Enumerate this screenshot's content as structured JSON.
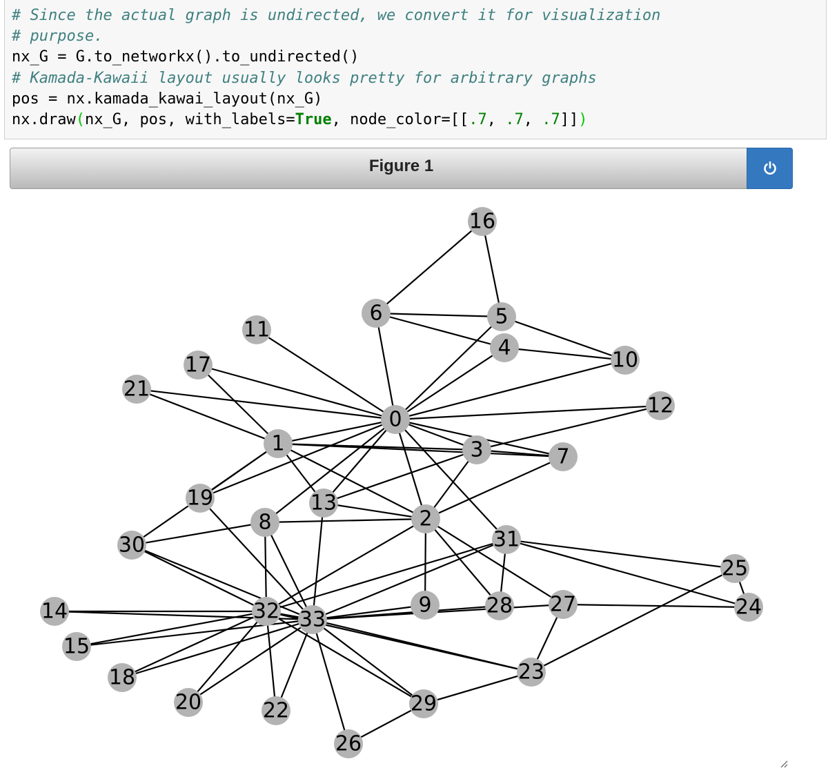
{
  "code": {
    "lines": [
      [
        {
          "t": "# Since the actual graph is undirected, we convert it for visualization",
          "c": "cm"
        }
      ],
      [
        {
          "t": "# purpose.",
          "c": "cm"
        }
      ],
      [
        {
          "t": "nx_G = G.to_networkx().to_undirected()",
          "c": ""
        }
      ],
      [
        {
          "t": "# Kamada-Kawaii layout usually looks pretty for arbitrary graphs",
          "c": "cm"
        }
      ],
      [
        {
          "t": "pos = nx.kamada_kawai_layout(nx_G)",
          "c": ""
        }
      ],
      [
        {
          "t": "nx.draw",
          "c": ""
        },
        {
          "t": "(",
          "c": "paren-hi"
        },
        {
          "t": "nx_G, pos, with_labels=",
          "c": ""
        },
        {
          "t": "True",
          "c": "kw"
        },
        {
          "t": ", node_color=[[",
          "c": ""
        },
        {
          "t": ".7",
          "c": "num"
        },
        {
          "t": ", ",
          "c": ""
        },
        {
          "t": ".7",
          "c": "num"
        },
        {
          "t": ", ",
          "c": ""
        },
        {
          "t": ".7",
          "c": "num"
        },
        {
          "t": "]]",
          "c": ""
        },
        {
          "t": ")",
          "c": "paren-hi"
        }
      ]
    ]
  },
  "figure": {
    "title": "Figure 1",
    "power_icon": "power-icon"
  },
  "colors": {
    "node_fill": "#b3b3b3",
    "edge": "#000000",
    "button": "#3478c0",
    "comment": "#408080",
    "keyword": "#008000"
  },
  "graph": {
    "nodes": [
      "0",
      "1",
      "2",
      "3",
      "4",
      "5",
      "6",
      "7",
      "8",
      "9",
      "10",
      "11",
      "12",
      "13",
      "14",
      "15",
      "16",
      "17",
      "18",
      "19",
      "20",
      "21",
      "22",
      "23",
      "24",
      "25",
      "26",
      "27",
      "28",
      "29",
      "30",
      "31",
      "32",
      "33"
    ],
    "edges": [
      [
        0,
        1
      ],
      [
        0,
        2
      ],
      [
        0,
        3
      ],
      [
        0,
        4
      ],
      [
        0,
        5
      ],
      [
        0,
        6
      ],
      [
        0,
        7
      ],
      [
        0,
        8
      ],
      [
        0,
        10
      ],
      [
        0,
        11
      ],
      [
        0,
        12
      ],
      [
        0,
        13
      ],
      [
        0,
        17
      ],
      [
        0,
        19
      ],
      [
        0,
        21
      ],
      [
        0,
        31
      ],
      [
        1,
        2
      ],
      [
        1,
        3
      ],
      [
        1,
        7
      ],
      [
        1,
        13
      ],
      [
        1,
        17
      ],
      [
        1,
        19
      ],
      [
        1,
        21
      ],
      [
        1,
        30
      ],
      [
        2,
        3
      ],
      [
        2,
        7
      ],
      [
        2,
        8
      ],
      [
        2,
        9
      ],
      [
        2,
        13
      ],
      [
        2,
        27
      ],
      [
        2,
        28
      ],
      [
        2,
        32
      ],
      [
        3,
        7
      ],
      [
        3,
        12
      ],
      [
        3,
        13
      ],
      [
        4,
        6
      ],
      [
        4,
        10
      ],
      [
        5,
        6
      ],
      [
        5,
        10
      ],
      [
        5,
        16
      ],
      [
        6,
        16
      ],
      [
        8,
        30
      ],
      [
        8,
        32
      ],
      [
        8,
        33
      ],
      [
        9,
        33
      ],
      [
        13,
        33
      ],
      [
        14,
        32
      ],
      [
        14,
        33
      ],
      [
        15,
        32
      ],
      [
        15,
        33
      ],
      [
        18,
        32
      ],
      [
        18,
        33
      ],
      [
        19,
        33
      ],
      [
        20,
        32
      ],
      [
        20,
        33
      ],
      [
        22,
        32
      ],
      [
        22,
        33
      ],
      [
        23,
        25
      ],
      [
        23,
        27
      ],
      [
        23,
        29
      ],
      [
        23,
        32
      ],
      [
        23,
        33
      ],
      [
        24,
        25
      ],
      [
        24,
        27
      ],
      [
        24,
        31
      ],
      [
        25,
        31
      ],
      [
        26,
        29
      ],
      [
        26,
        33
      ],
      [
        27,
        33
      ],
      [
        28,
        31
      ],
      [
        28,
        33
      ],
      [
        29,
        32
      ],
      [
        29,
        33
      ],
      [
        30,
        32
      ],
      [
        30,
        33
      ],
      [
        31,
        32
      ],
      [
        31,
        33
      ],
      [
        32,
        33
      ]
    ]
  }
}
